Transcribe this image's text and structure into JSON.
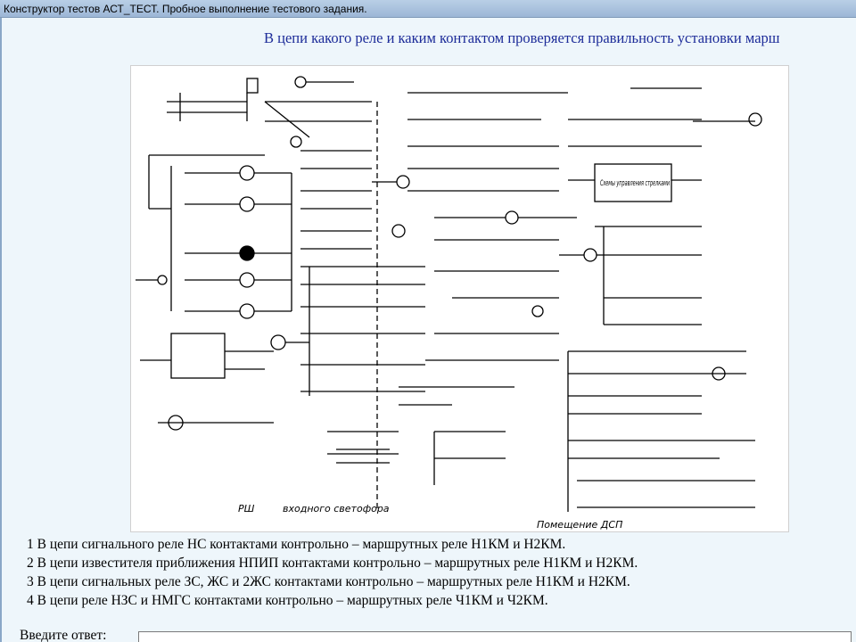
{
  "window": {
    "title": "Конструктор тестов АСТ_ТЕСТ. Пробное выполнение тестового задания."
  },
  "question": {
    "text": "В цепи какого реле и каким контактом проверяется правильность установки марш"
  },
  "diagram": {
    "labels": {
      "bottom_left": "РШ",
      "bottom_left_caption": "входного светофора",
      "bottom_right": "Помещение ДСП",
      "center_box": "Схемы управления стрелками"
    }
  },
  "answers": [
    "1 В цепи сигнального реле НС контактами контрольно – маршрутных реле Н1КМ и Н2КМ.",
    "2 В цепи известителя приближения НПИП контактами контрольно – маршрутных реле Н1КМ и Н2КМ.",
    "3 В цепи сигнальных реле ЗС, ЖС и 2ЖС контактами контрольно – маршрутных реле Н1КМ и Н2КМ.",
    "4 В цепи реле НЗС и НМГС контактами контрольно – маршрутных реле Ч1КМ и Ч2КМ."
  ],
  "answer_input": {
    "label": "Введите ответ:",
    "value": ""
  }
}
